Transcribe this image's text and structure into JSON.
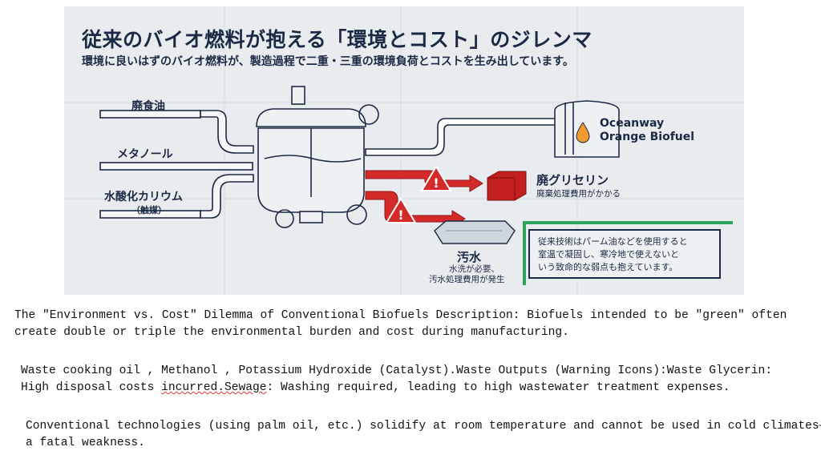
{
  "infographic": {
    "title": "従来のバイオ燃料が抱える「環境とコスト」のジレンマ",
    "subtitle": "環境に良いはずのバイオ燃料が、製造過程で二重・三重の環境負荷とコストを生み出しています。",
    "inputs": [
      "廃食油",
      "メタノール",
      "水酸化カリウム",
      "（触媒）"
    ],
    "product": {
      "line1": "Oceanway",
      "line2": "Orange Biofuel"
    },
    "outputs": [
      {
        "title": "廃グリセリン",
        "sub": "廃棄処理費用がかかる"
      },
      {
        "title": "汚水",
        "sub1": "水洗が必要、",
        "sub2": "汚水処理費用が発生"
      }
    ],
    "note": [
      "従来技術はパーム油などを使用すると",
      "室温で凝固し、寒冷地で使えないと",
      "いう致命的な弱点も抱えています。"
    ],
    "colors": {
      "navy": "#1b2a44",
      "red": "#d42a2a",
      "orange": "#f29a2e",
      "green": "#2ea55a"
    }
  },
  "description": {
    "p1_l1": "The \"Environment vs. Cost\" Dilemma of Conventional Biofuels Description: Biofuels intended to be \"green\" often",
    "p1_l2": "create double or triple the environmental burden and cost during manufacturing.",
    "p2_l1": "Waste cooking oil , Methanol , Potassium Hydroxide (Catalyst).Waste Outputs (Warning Icons):Waste Glycerin:",
    "p2_l2a": "High disposal costs ",
    "p2_l2b": "incurred.Sewage",
    "p2_l2c": ": Washing required, leading to high wastewater treatment expenses.",
    "p3_l1": "Conventional technologies (using palm oil, etc.) solidify at room temperature and cannot be used in cold climates—",
    "p3_l2": "a fatal weakness."
  }
}
